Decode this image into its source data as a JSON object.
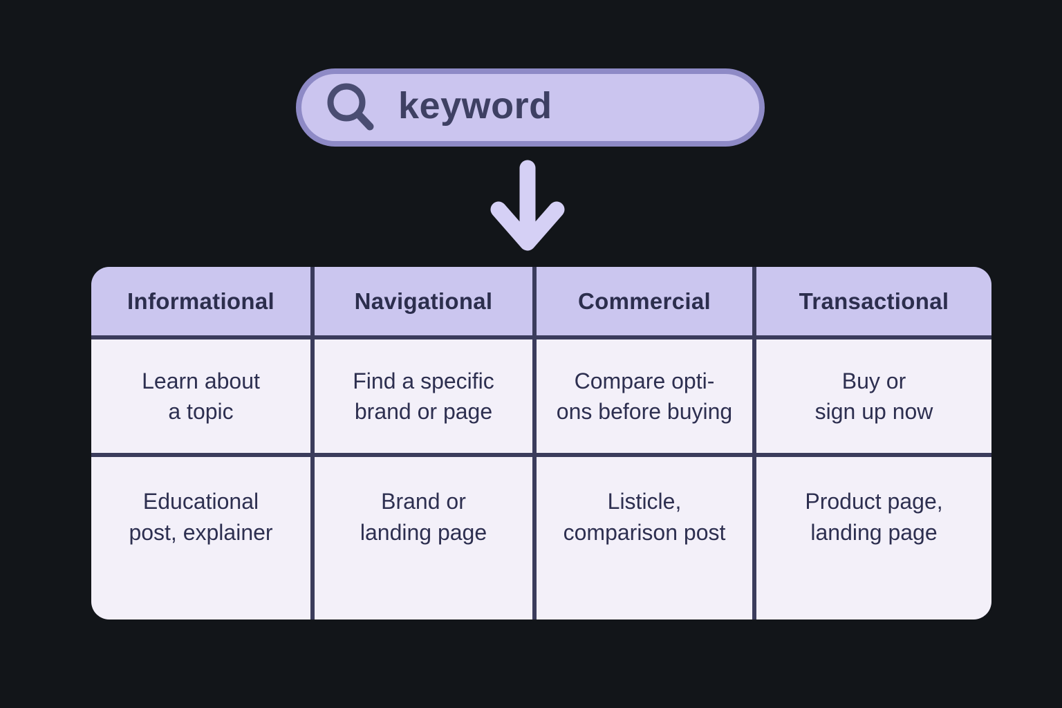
{
  "illustration": {
    "search": {
      "query": "keyword",
      "icon": "magnifier"
    },
    "arrow_icon": "down-arrow"
  },
  "table": {
    "columns": [
      {
        "header": "Informational",
        "intent": "Learn about\na topic",
        "content_type": "Educational\npost, explainer"
      },
      {
        "header": "Navigational",
        "intent": "Find a specific\nbrand or page",
        "content_type": "Brand or\nlanding page"
      },
      {
        "header": "Commercial",
        "intent": "Compare opti-\nons before buying",
        "content_type": "Listicle,\ncomparison post"
      },
      {
        "header": "Transactional",
        "intent": "Buy or\nsign up now",
        "content_type": "Product page,\nlanding page"
      }
    ]
  },
  "colors": {
    "background": "#121519",
    "search_bar_fill": "#cbc5ef",
    "search_bar_border": "#8e8ac6",
    "search_text": "#3e4063",
    "search_icon": "#4a4d72",
    "arrow": "#d5d0f5",
    "table_header_bg": "#cbc6ef",
    "table_cell_bg": "#f3f0f9",
    "table_grid_line": "#3b3c5c",
    "table_text": "#2d2f50"
  }
}
